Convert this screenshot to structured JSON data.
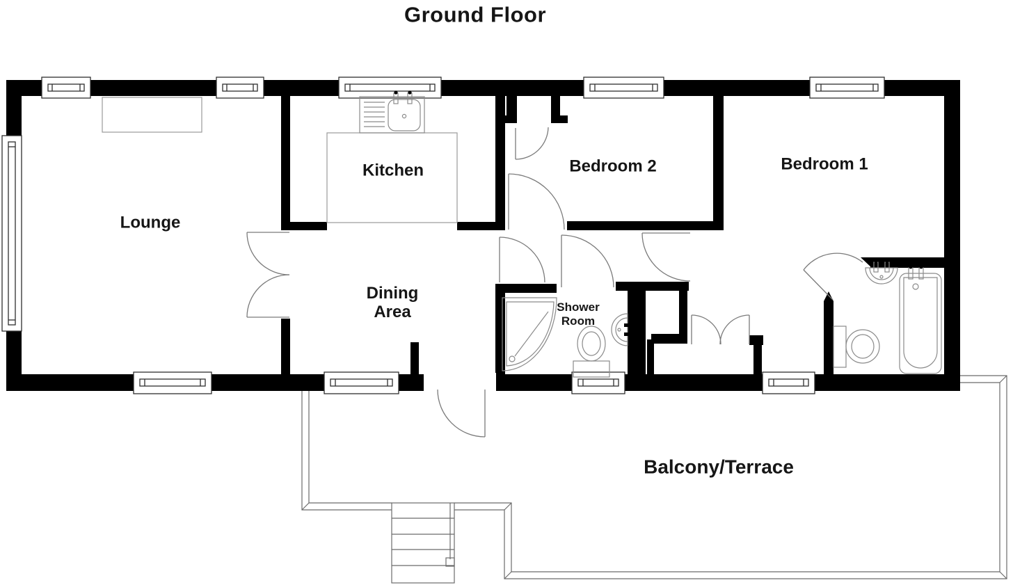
{
  "title": "Ground Floor",
  "rooms": {
    "lounge": {
      "label": "Lounge"
    },
    "kitchen": {
      "label": "Kitchen"
    },
    "dining_area": {
      "line1": "Dining",
      "line2": "Area"
    },
    "bedroom2": {
      "label": "Bedroom 2"
    },
    "bedroom1": {
      "label": "Bedroom 1"
    },
    "shower_room": {
      "line1": "Shower",
      "line2": "Room"
    },
    "balcony": {
      "label": "Balcony/Terrace"
    }
  },
  "fixtures": [
    "kitchen-sink",
    "corner-shower",
    "toilet",
    "wash-basin",
    "bathtub",
    "staircase",
    "double-doors",
    "window",
    "door-swing"
  ],
  "colors": {
    "walls": "#000000",
    "background": "#ffffff",
    "text": "#161616",
    "thin_lines": "#777777"
  }
}
